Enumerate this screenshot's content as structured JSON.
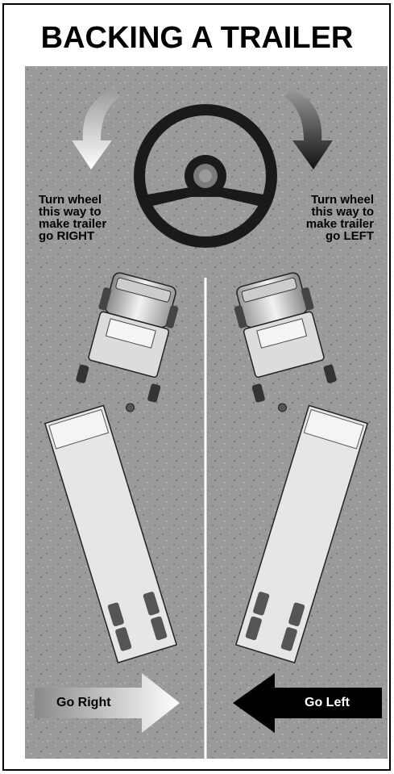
{
  "title": "BACKING A TRAILER",
  "instructions": {
    "left": "Turn wheel\nthis way to\nmake trailer\ngo RIGHT",
    "right": "Turn wheel\nthis way to\nmake trailer\ngo LEFT"
  },
  "arrows": {
    "go_right": "Go Right",
    "go_left": "Go Left"
  },
  "colors": {
    "road": "#9a9a9a",
    "speckle_dark": "#6b6b6b",
    "speckle_light": "#c8c8c8",
    "center_line": "#ffffff",
    "wheel": "#1a1a1a",
    "hub": "#7a7a7a",
    "left_curve_arrow": "#ffffff",
    "right_curve_arrow": "#111111",
    "trailer": "#e6e6e6",
    "tires": "#555555"
  },
  "icons": {
    "wheel": "steering-wheel-icon",
    "left_turn": "curved-arrow-down-left-icon",
    "right_turn": "curved-arrow-down-right-icon"
  }
}
